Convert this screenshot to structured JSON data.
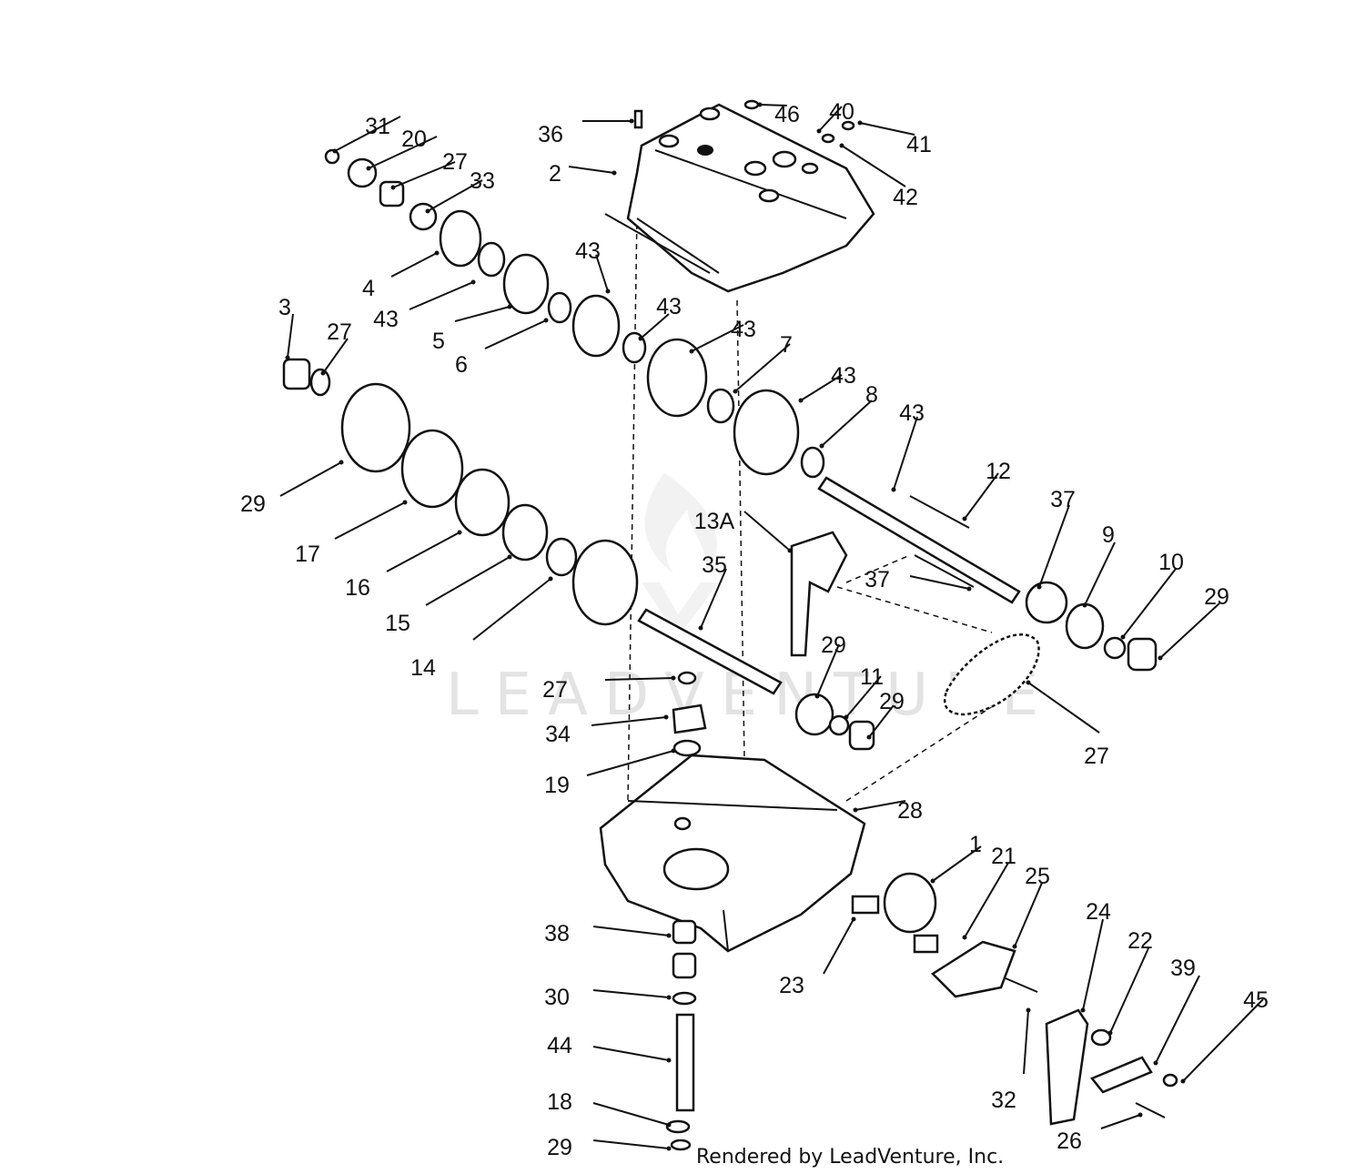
{
  "watermark": "LEADVENTURE",
  "credit": "Rendered by LeadVenture, Inc.",
  "callouts": [
    "31",
    "20",
    "27",
    "33",
    "36",
    "2",
    "46",
    "40",
    "41",
    "42",
    "4",
    "43",
    "5",
    "43",
    "6",
    "43",
    "43",
    "7",
    "43",
    "8",
    "43",
    "3",
    "27",
    "29",
    "17",
    "16",
    "15",
    "14",
    "13A",
    "35",
    "12",
    "37",
    "37",
    "9",
    "10",
    "29",
    "27",
    "34",
    "19",
    "29",
    "11",
    "29",
    "27",
    "28",
    "1",
    "21",
    "25",
    "23",
    "24",
    "22",
    "39",
    "45",
    "38",
    "30",
    "44",
    "18",
    "29",
    "32",
    "26",
    "36"
  ]
}
